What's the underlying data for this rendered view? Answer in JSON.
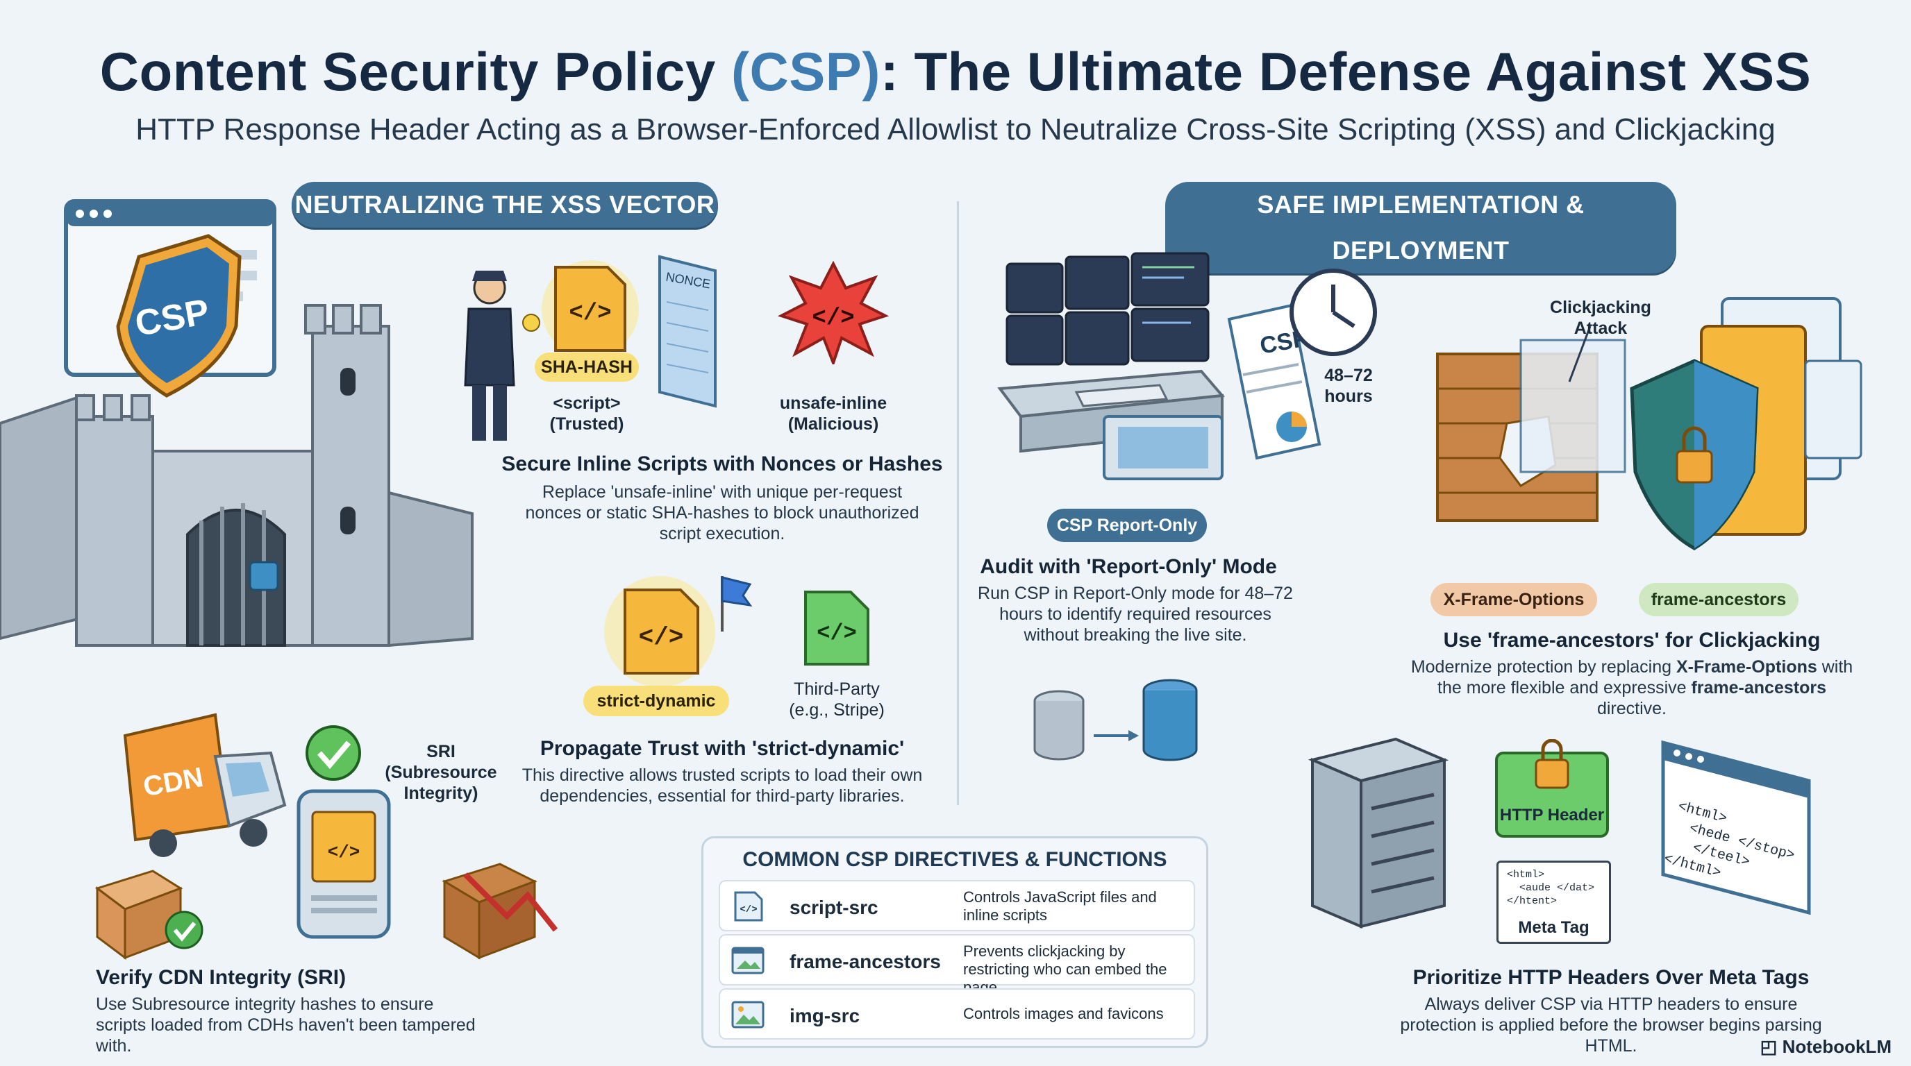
{
  "header": {
    "title_pre": "Content Security Policy ",
    "title_hl": "(CSP)",
    "title_post": ": The Ultimate Defense Against XSS",
    "subtitle": "HTTP Response Header Acting as a Browser-Enforced Allowlist to Neutralize Cross-Site Scripting (XSS) and Clickjacking"
  },
  "left_section": {
    "label": "NEUTRALIZING THE XSS VECTOR",
    "castle_badge": "CSP",
    "inline": {
      "nonce_label": "NONCE",
      "sha_label": "SHA-HASH",
      "trusted_label": "<script>\n(Trusted)",
      "malicious_label": "unsafe-inline\n(Malicious)",
      "heading": "Secure Inline Scripts with Nonces or Hashes",
      "body": "Replace 'unsafe-inline' with unique per-request nonces or static SHA-hashes to block unauthorized script execution."
    },
    "dynamic": {
      "tag": "strict-dynamic",
      "third_party": "Third-Party\n(e.g., Stripe)",
      "heading": "Propagate Trust with 'strict-dynamic'",
      "body": "This directive allows trusted scripts to load their own dependencies, essential for third-party libraries."
    },
    "sri": {
      "cdn_label": "CDN",
      "sri_label": "SRI\n(Subresource\nIntegrity)",
      "heading": "Verify CDN Integrity (SRI)",
      "body": "Use Subresource integrity hashes to ensure scripts loaded from CDHs haven't been tampered with."
    }
  },
  "right_section": {
    "label": "SAFE IMPLEMENTATION & DEPLOYMENT",
    "report_only": {
      "doc_label": "CSP",
      "hours": "48–72\nhours",
      "tag": "CSP Report-Only",
      "heading": "Audit with 'Report-Only' Mode",
      "body": "Run CSP in Report-Only mode for 48–72 hours to identify required resources without breaking the live site."
    },
    "frame": {
      "attack_label": "Clickjacking\nAttack",
      "tag_old": "X-Frame-Options",
      "tag_new": "frame-ancestors",
      "heading": "Use 'frame-ancestors' for Clickjacking",
      "body_1": "Modernize protection by replacing ",
      "body_b1": "X-Frame-Options",
      "body_2": " with the more flexible and expressive ",
      "body_b2": "frame-ancestors",
      "body_3": " directive."
    },
    "headers": {
      "http_label": "HTTP Header",
      "meta_label": "Meta Tag",
      "meta_code": "<html>\n  <aude </dat>\n</htent>",
      "window_code": "<html>\n  <hede </stop>\n   </teel>\n</html>",
      "heading": "Prioritize HTTP Headers Over Meta Tags",
      "body": "Always deliver CSP via HTTP headers to ensure protection is applied before the browser begins parsing HTML."
    }
  },
  "directives_table": {
    "title": "COMMON CSP DIRECTIVES & FUNCTIONS",
    "rows": [
      {
        "directive": "script-src",
        "function": "Controls JavaScript files and inline scripts",
        "icon": "code-file-icon"
      },
      {
        "directive": "frame-ancestors",
        "function": "Prevents clickjacking by restricting who can embed the page",
        "icon": "frame-window-icon"
      },
      {
        "directive": "img-src",
        "function": "Controls images and favicons",
        "icon": "image-icon"
      }
    ]
  },
  "footer": {
    "brand": "NotebookLM"
  },
  "colors": {
    "background": "#eef4f8",
    "title": "#152a42",
    "accent": "#3d7bb0",
    "pill": "#3f6f93"
  }
}
